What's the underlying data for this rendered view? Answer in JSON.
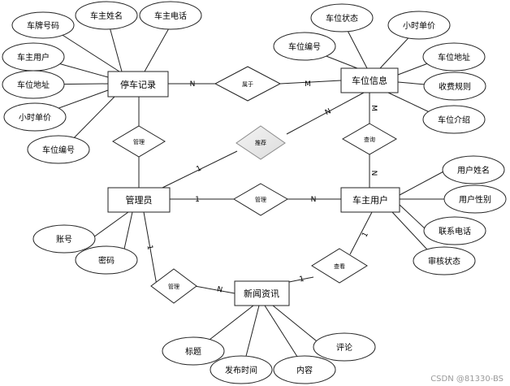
{
  "entities": {
    "parking_record": "停车记录",
    "space_info": "车位信息",
    "admin": "管理员",
    "owner": "车主用户",
    "news": "新闻资讯"
  },
  "relations": {
    "belongs": "属于",
    "manage_record": "管理",
    "recommend": "推荐",
    "query": "查询",
    "manage_owner": "管理",
    "manage_news": "管理",
    "browse": "查看"
  },
  "attributes": {
    "parking_record": [
      "车牌号码",
      "车主姓名",
      "车主电话",
      "车主用户",
      "车位地址",
      "小时单价",
      "车位编号"
    ],
    "space_info": [
      "车位状态",
      "小时单价",
      "车位编号",
      "车位地址",
      "收费规则",
      "车位介绍"
    ],
    "admin": [
      "账号",
      "密码"
    ],
    "owner": [
      "用户姓名",
      "用户性别",
      "联系电话",
      "审核状态"
    ],
    "news": [
      "标题",
      "发布时间",
      "内容",
      "评论"
    ]
  },
  "cardinalities": {
    "belongs_left": "N",
    "belongs_right": "M",
    "recommend_admin": "1",
    "recommend_space": "N",
    "query_space": "M",
    "query_owner": "N",
    "manage_owner_admin": "1",
    "manage_owner_owner": "N",
    "manage_news_admin": "1",
    "manage_news_news": "N",
    "browse_news": "1",
    "browse_owner": "1"
  },
  "watermark": "CSDN @81330-BS"
}
